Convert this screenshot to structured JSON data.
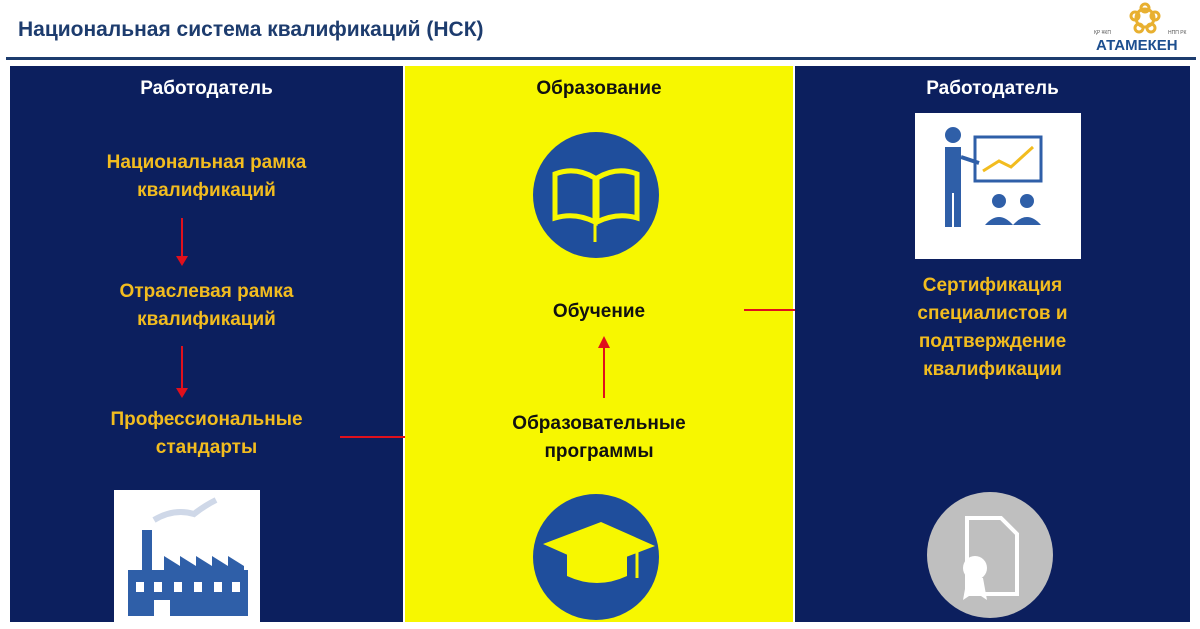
{
  "title": "Национальная система квалификаций (НСК)",
  "logo": {
    "name": "АТАМЕКЕН",
    "left_small": "ҚР ҰКП",
    "right_small": "НПП РК"
  },
  "left": {
    "heading": "Работодатель",
    "items": [
      "Национальная рамка квалификаций",
      "Отраслевая рамка квалификаций",
      "Профессиональные стандарты"
    ]
  },
  "middle": {
    "heading": "Образование",
    "training": "Обучение",
    "programs": "Образовательные программы"
  },
  "right": {
    "heading": "Работодатель",
    "certification": "Сертификация специалистов и подтверждение квалификации"
  },
  "colors": {
    "navy": "#0c1f5e",
    "yellow": "#f7f700",
    "gold": "#f2bc1f",
    "arrow": "#e0101c",
    "circle": "#1f4e9c"
  }
}
